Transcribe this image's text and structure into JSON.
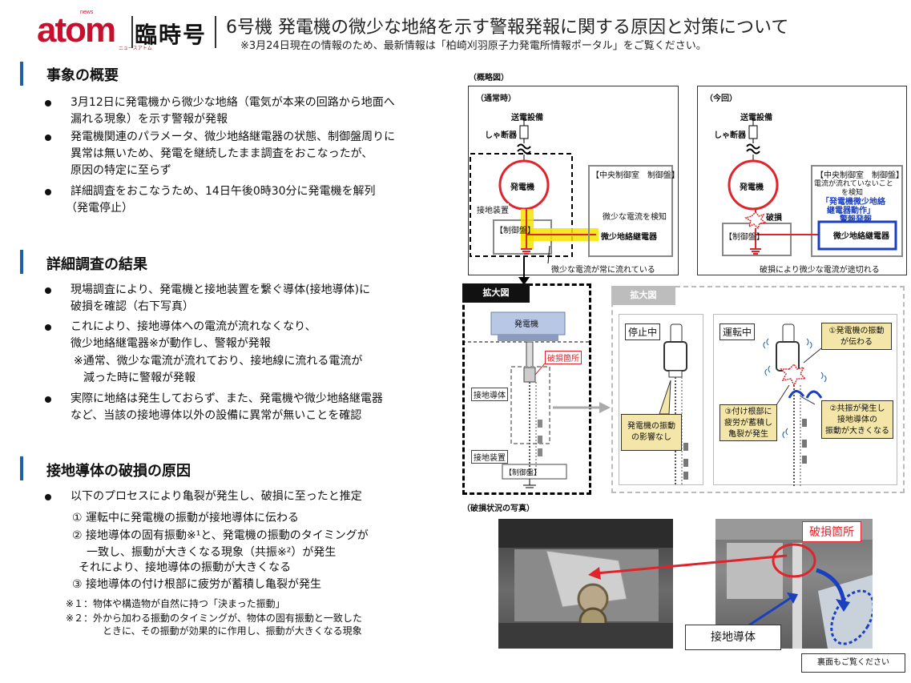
{
  "header": {
    "logo": "atom",
    "logo_news": "news",
    "logo_sub": "ニュースアトム",
    "issue": "臨時号",
    "title": "6号機 発電機の微少な地絡を示す警報発報に関する原因と対策について",
    "note": "※3月24日現在の情報のため、最新情報は「柏崎刈羽原子力発電所情報ポータル」をご覧ください。"
  },
  "section1": {
    "title": "事象の概要",
    "items": [
      [
        "3月12日に発電機から微少な地絡（電気が本来の回路から地面へ",
        "漏れる現象）を示す警報が発報"
      ],
      [
        "発電機関連のパラメータ、微少地絡継電器の状態、制御盤周りに",
        "異常は無いため、発電を継続したまま調査をおこなったが、",
        "原因の特定に至らず"
      ],
      [
        "詳細調査をおこなうため、14日午後0時30分に発電機を解列",
        "（発電停止）"
      ]
    ]
  },
  "section2": {
    "title": "詳細調査の結果",
    "items": [
      [
        "現場調査により、発電機と接地装置を繋ぐ導体(接地導体)に",
        "破損を確認（右下写真）"
      ],
      [
        "これにより、接地導体への電流が流れなくなり、",
        "微少地絡継電器※が動作し、警報が発報"
      ],
      [
        "実際に地絡は発生しておらず、また、発電機や微少地絡継電器",
        "など、当該の接地導体以外の設備に異常が無いことを確認"
      ]
    ],
    "note": [
      "※通常、微少な電流が流れており、接地線に流れる電流が",
      "減った時に警報が発報"
    ]
  },
  "section3": {
    "title": "接地導体の破損の原因",
    "lead": "以下のプロセスにより亀裂が発生し、破損に至ったと推定",
    "steps": [
      "① 運転中に発電機の振動が接地導体に伝わる",
      "② 接地導体の固有振動※¹と、発電機の振動のタイミングが",
      "一致し、振動が大きくなる現象（共振※²）が発生",
      "それにより、接地導体の振動が大きくなる",
      "③ 接地導体の付け根部に疲労が蓄積し亀裂が発生"
    ],
    "notes": [
      "※１：物体や構造物が自然に持つ「決まった振動」",
      "※２：外から加わる振動のタイミングが、物体の固有振動と一致した",
      "ときに、その振動が効果的に作用し、振動が大きくなる現象"
    ]
  },
  "diagram": {
    "overview_label": "（概略図）",
    "normal": {
      "title": "（通常時）",
      "power_line": "送電設備",
      "breaker": "しゃ断器",
      "generator": "発電機",
      "grounding": "接地装置",
      "panel_tag": "【制御盤】",
      "room": "【中央制御室　制御盤】",
      "detect": "微少な電流を検知",
      "relay": "微少地絡継電器",
      "flow": "微少な電流が常に流れている"
    },
    "now": {
      "title": "（今回）",
      "power_line": "送電設備",
      "breaker": "しゃ断器",
      "generator": "発電機",
      "room": "【中央制御室　制御盤】",
      "detect1": "電流が流れていないこと",
      "detect2": "を検知",
      "alarm1": "「発電機微少地絡",
      "alarm2": "継電器動作」",
      "alarm3": "警報発報",
      "damage": "破損",
      "panel_tag": "【制御盤】",
      "relay": "微少地絡継電器",
      "flow": "破損により微少な電流が途切れる"
    },
    "zoom1": {
      "tag": "拡大図",
      "generator": "発電機",
      "damage_spot": "破損箇所",
      "conductor": "接地導体",
      "grounding": "接地装置",
      "panel_tag": "【制御盤】"
    },
    "zoom2": {
      "tag": "拡大図",
      "stopped": "停止中",
      "running": "運転中",
      "c1": [
        "①発電機の振動",
        "が伝わる"
      ],
      "c2": [
        "②共振が発生し",
        "接地導体の",
        "振動が大きくなる"
      ],
      "c3": [
        "③付け根部に",
        "疲労が蓄積し",
        "亀裂が発生"
      ],
      "c4": [
        "発電機の振動",
        "の影響なし"
      ]
    },
    "photo_label": "（破損状況の写真）",
    "photo_damage": "破損箇所",
    "photo_conductor": "接地導体",
    "back_note": "裏面もご覧ください"
  },
  "colors": {
    "brand": "#c8102e",
    "accent": "#1f5fa8",
    "generator": "#e0242c",
    "current": "#f5e400"
  }
}
